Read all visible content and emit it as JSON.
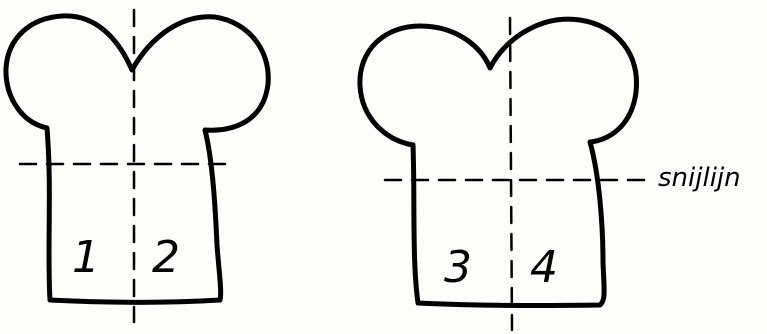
{
  "diagram": {
    "shapes": [
      {
        "id": "left",
        "quadrants": [
          "1",
          "2"
        ]
      },
      {
        "id": "right",
        "quadrants": [
          "3",
          "4"
        ]
      }
    ],
    "cut_label": "snijlijn"
  }
}
